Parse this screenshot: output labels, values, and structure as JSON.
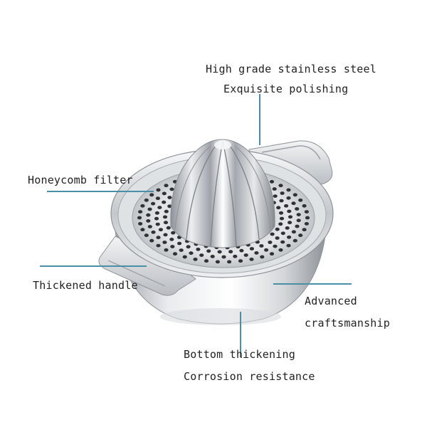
{
  "product": {
    "name": "Stainless steel lemon squeezer",
    "colors": {
      "steel_light": "#f4f5f6",
      "steel_mid": "#c9ccd0",
      "steel_dark": "#7d8288",
      "leader_line": "#4a8fa8",
      "text": "#222222"
    }
  },
  "callouts": {
    "steel": {
      "line1": "High grade stainless steel",
      "line2": "Exquisite polishing"
    },
    "filter": {
      "label": "Honeycomb filter"
    },
    "handle": {
      "label": "Thickened handle"
    },
    "craft": {
      "line1": "Advanced",
      "line2": "craftsmanship"
    },
    "bottom": {
      "line1": "Bottom thickening",
      "line2": "Corrosion resistance"
    }
  }
}
